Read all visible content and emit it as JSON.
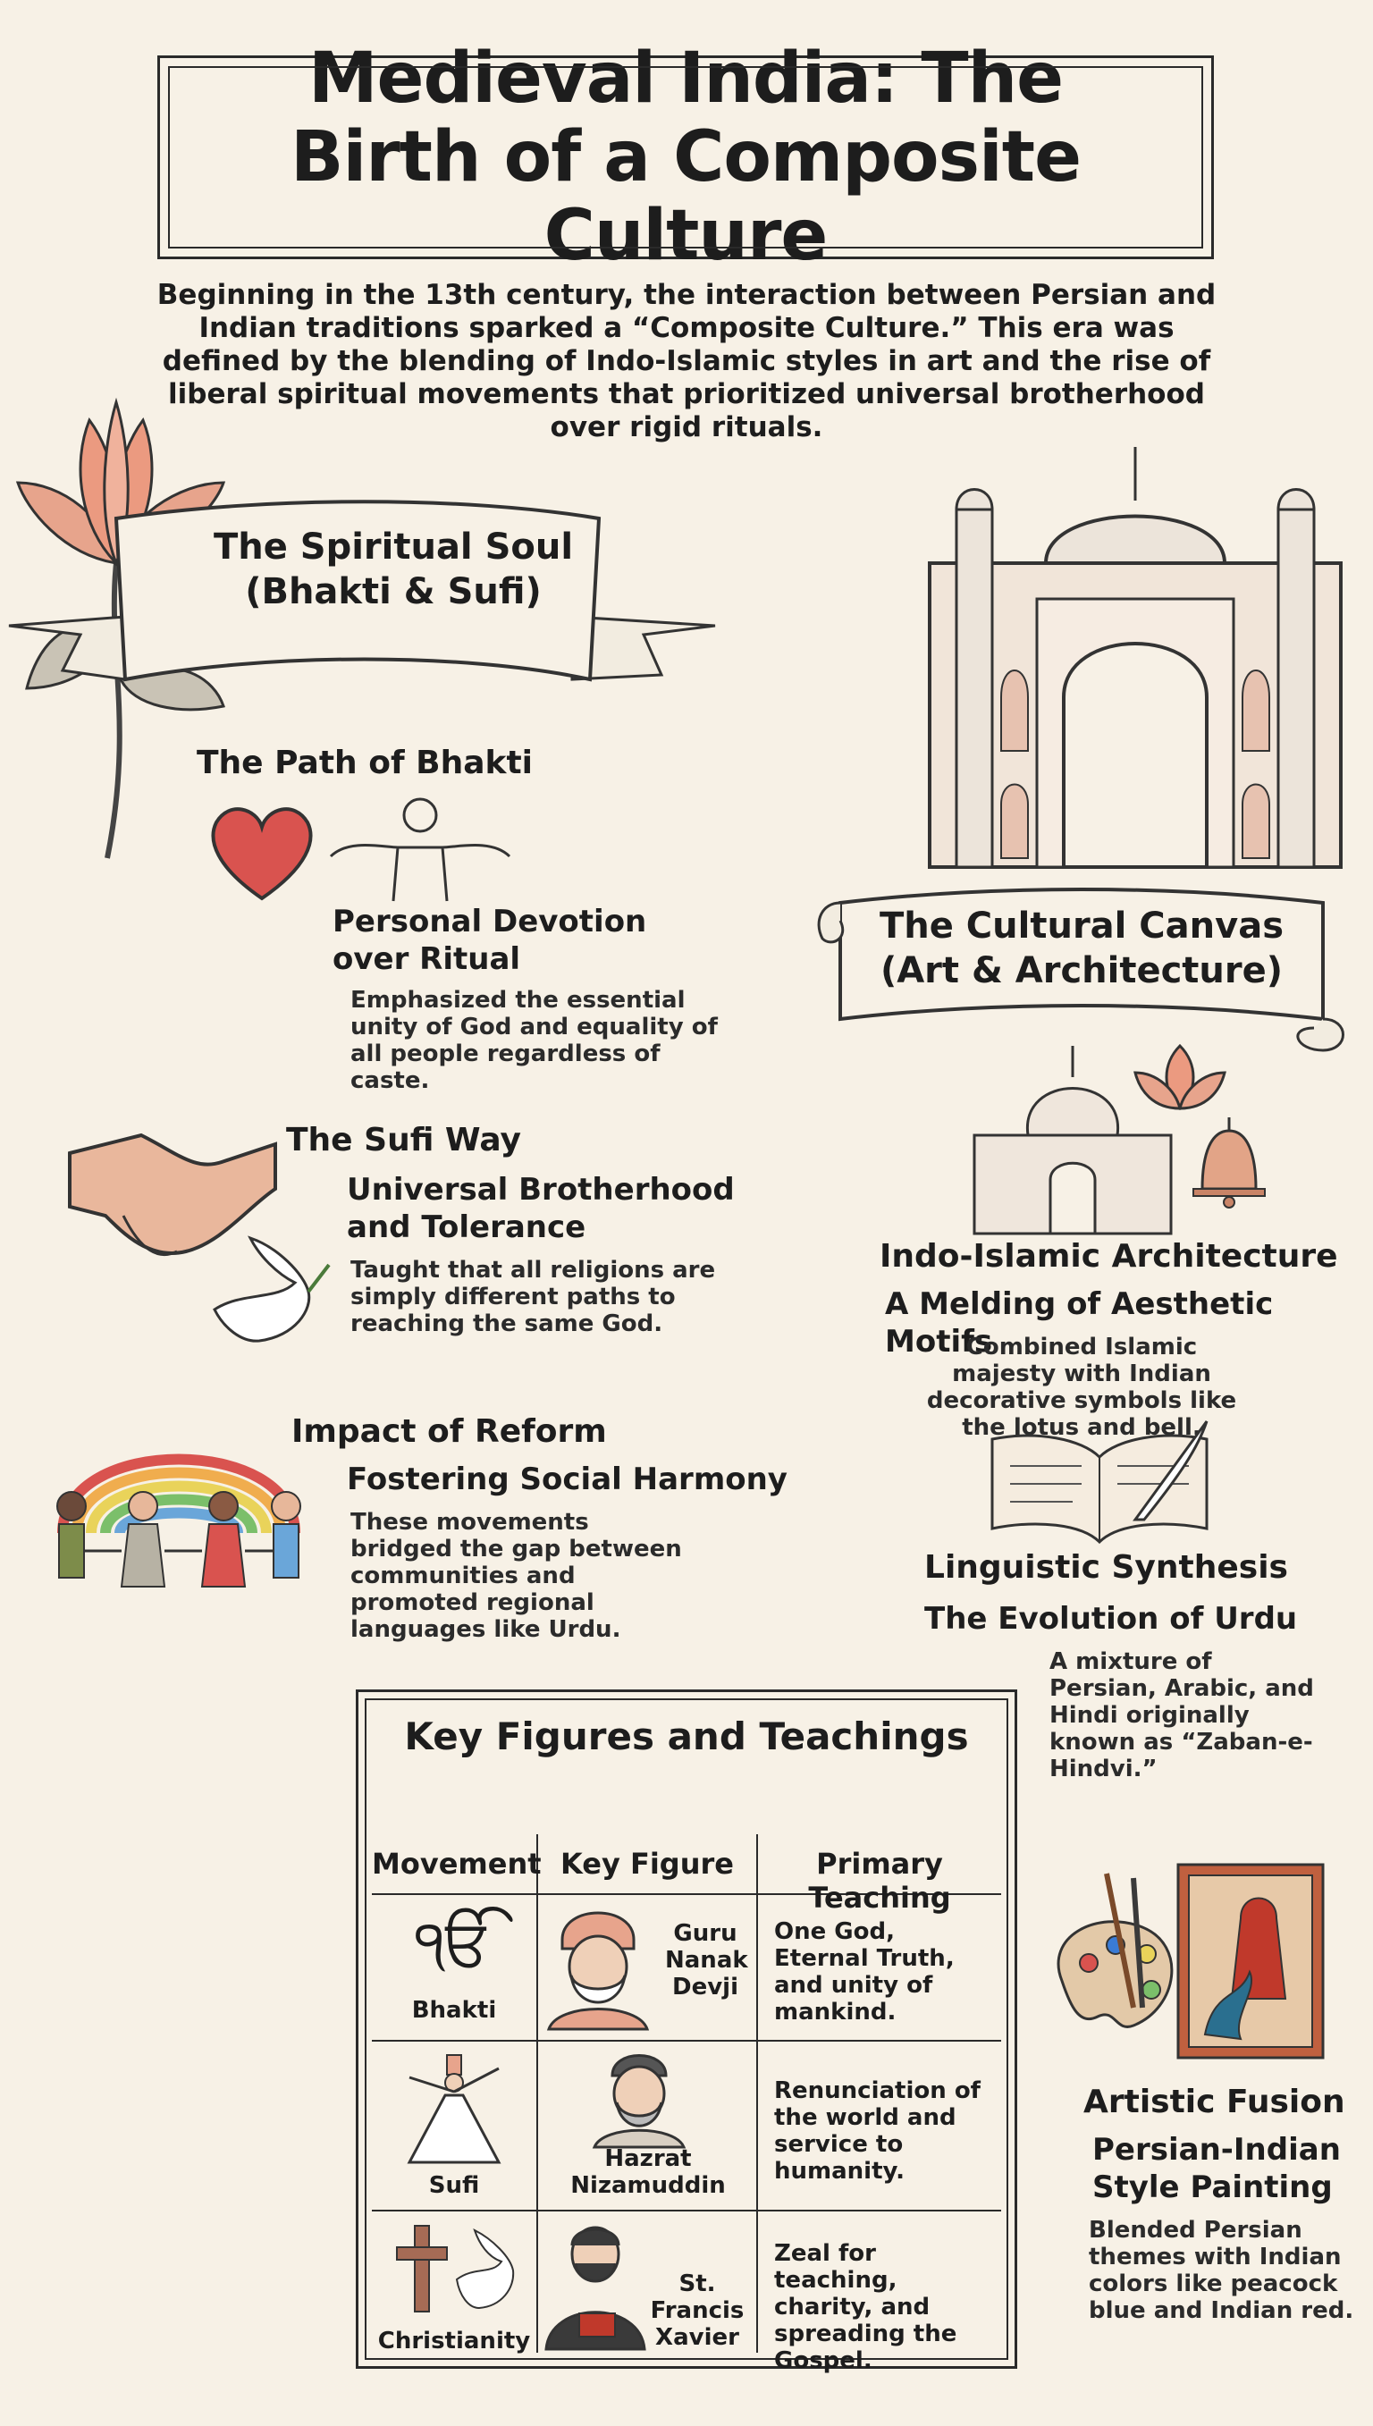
{
  "title": "Medieval India: The Birth of a Composite Culture",
  "intro": "Beginning in the 13th century, the interaction between Persian and Indian traditions sparked a “Composite Culture.” This era was defined by the blending of Indo-Islamic styles in art and the rise of liberal spiritual movements that prioritized universal brotherhood over rigid rituals.",
  "spiritual": {
    "banner_line1": "The Spiritual Soul",
    "banner_line2": "(Bhakti & Sufi)",
    "bhakti": {
      "heading": "The Path of Bhakti",
      "sub_line1": "Personal Devotion",
      "sub_line2": "over Ritual",
      "text": "Emphasized the essential unity of God and equality of all people regardless of caste."
    },
    "sufi": {
      "heading": "The Sufi Way",
      "sub_line1": "Universal Brotherhood",
      "sub_line2": "and Tolerance",
      "text": "Taught that all religions are simply different paths to reaching the same God."
    },
    "reform": {
      "heading": "Impact of Reform",
      "sub": "Fostering Social Harmony",
      "text": "These movements bridged the gap between communities and promoted regional languages like Urdu."
    }
  },
  "cultural": {
    "banner_line1": "The Cultural Canvas",
    "banner_line2": "(Art & Architecture)",
    "architecture": {
      "heading": "Indo-Islamic Architecture",
      "sub": "A Melding of Aesthetic Motifs",
      "text": "Combined Islamic majesty with Indian decorative symbols like the lotus and bell."
    },
    "linguistic": {
      "heading": "Linguistic Synthesis",
      "sub": "The Evolution of Urdu",
      "text": "A mixture of Persian, Arabic, and Hindi originally known as “Zaban-e-Hindvi.”"
    },
    "artistic": {
      "heading": "Artistic Fusion",
      "sub_line1": "Persian-Indian",
      "sub_line2": "Style Painting",
      "text": "Blended Persian themes with Indian colors like peacock blue and Indian red."
    }
  },
  "table": {
    "title": "Key Figures and Teachings",
    "headers": [
      "Movement",
      "Key Figure",
      "Primary Teaching"
    ],
    "rows": [
      {
        "movement": "Bhakti",
        "symbol": "ੴ",
        "figure": "Guru Nanak Devji",
        "teaching": "One God, Eternal Truth, and unity of mankind."
      },
      {
        "movement": "Sufi",
        "figure": "Hazrat Nizamuddin",
        "teaching": "Renunciation of the world and service to humanity."
      },
      {
        "movement": "Christianity",
        "figure": "St. Francis Xavier",
        "teaching": "Zeal for teaching, charity, and spreading the Gospel."
      }
    ]
  },
  "icons": [
    "lotus-flower-icon",
    "mosque-icon",
    "heart-icon",
    "open-arms-person-icon",
    "handshake-icon",
    "dove-icon",
    "rainbow-children-icon",
    "taj-mahal-icon",
    "lotus-icon",
    "bell-icon",
    "open-book-quill-icon",
    "palette-brushes-icon",
    "miniature-painting-icon",
    "ik-onkar-icon",
    "whirling-dervish-icon",
    "cross-dove-icon",
    "guru-portrait-icon",
    "sufi-portrait-icon",
    "saint-portrait-icon"
  ],
  "colors": {
    "background": "#f7f1e6",
    "ink": "#1d1d1d",
    "accent_red": "#d9534f",
    "accent_peach": "#e7a48c"
  }
}
